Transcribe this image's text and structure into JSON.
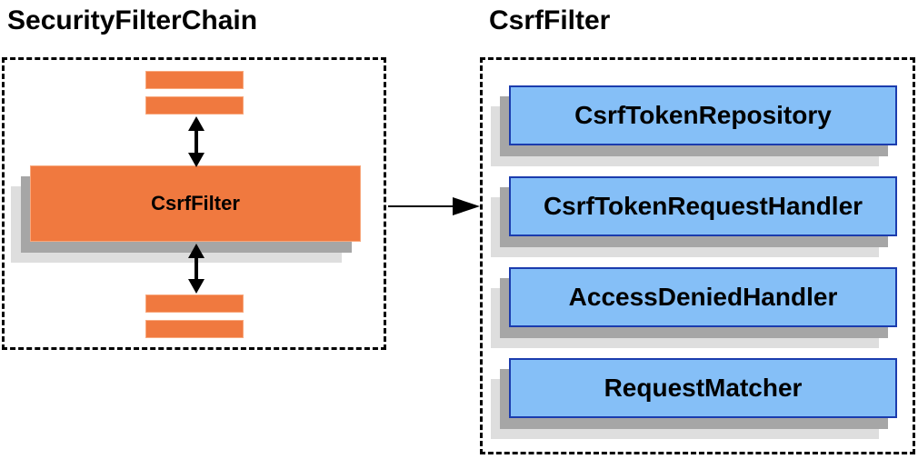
{
  "diagram": {
    "left_panel": {
      "title": "SecurityFilterChain",
      "node_label": "CsrfFilter"
    },
    "right_panel": {
      "title": "CsrfFilter",
      "components": [
        {
          "label": "CsrfTokenRepository"
        },
        {
          "label": "CsrfTokenRequestHandler"
        },
        {
          "label": "AccessDeniedHandler"
        },
        {
          "label": "RequestMatcher"
        }
      ]
    },
    "colors": {
      "node_orange": "#F0793F",
      "orange_border": "#F8A87D",
      "component_blue_fill": "#85BFF7",
      "component_blue_border": "#1B3CAE",
      "shadow_dark": "#A6A6A6",
      "shadow_light": "#DEDEDE",
      "dashed_border": "#000000",
      "arrow": "#000000",
      "text": "#000000",
      "background": "#FFFFFF"
    }
  }
}
